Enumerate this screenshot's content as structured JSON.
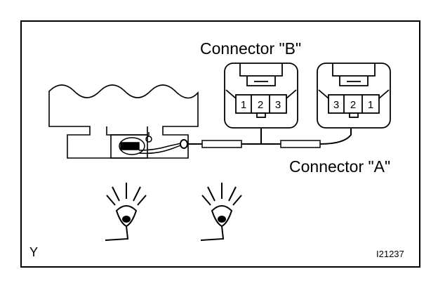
{
  "labels": {
    "connector_b": "Connector \"B\"",
    "connector_a": "Connector \"A\"",
    "corner_letter": "Y",
    "figure_code": "I21237"
  },
  "connector_b": {
    "pins": [
      "1",
      "2",
      "3"
    ]
  },
  "connector_a": {
    "pins": [
      "3",
      "2",
      "1"
    ]
  },
  "colors": {
    "ink": "#000000",
    "paper": "#ffffff"
  }
}
